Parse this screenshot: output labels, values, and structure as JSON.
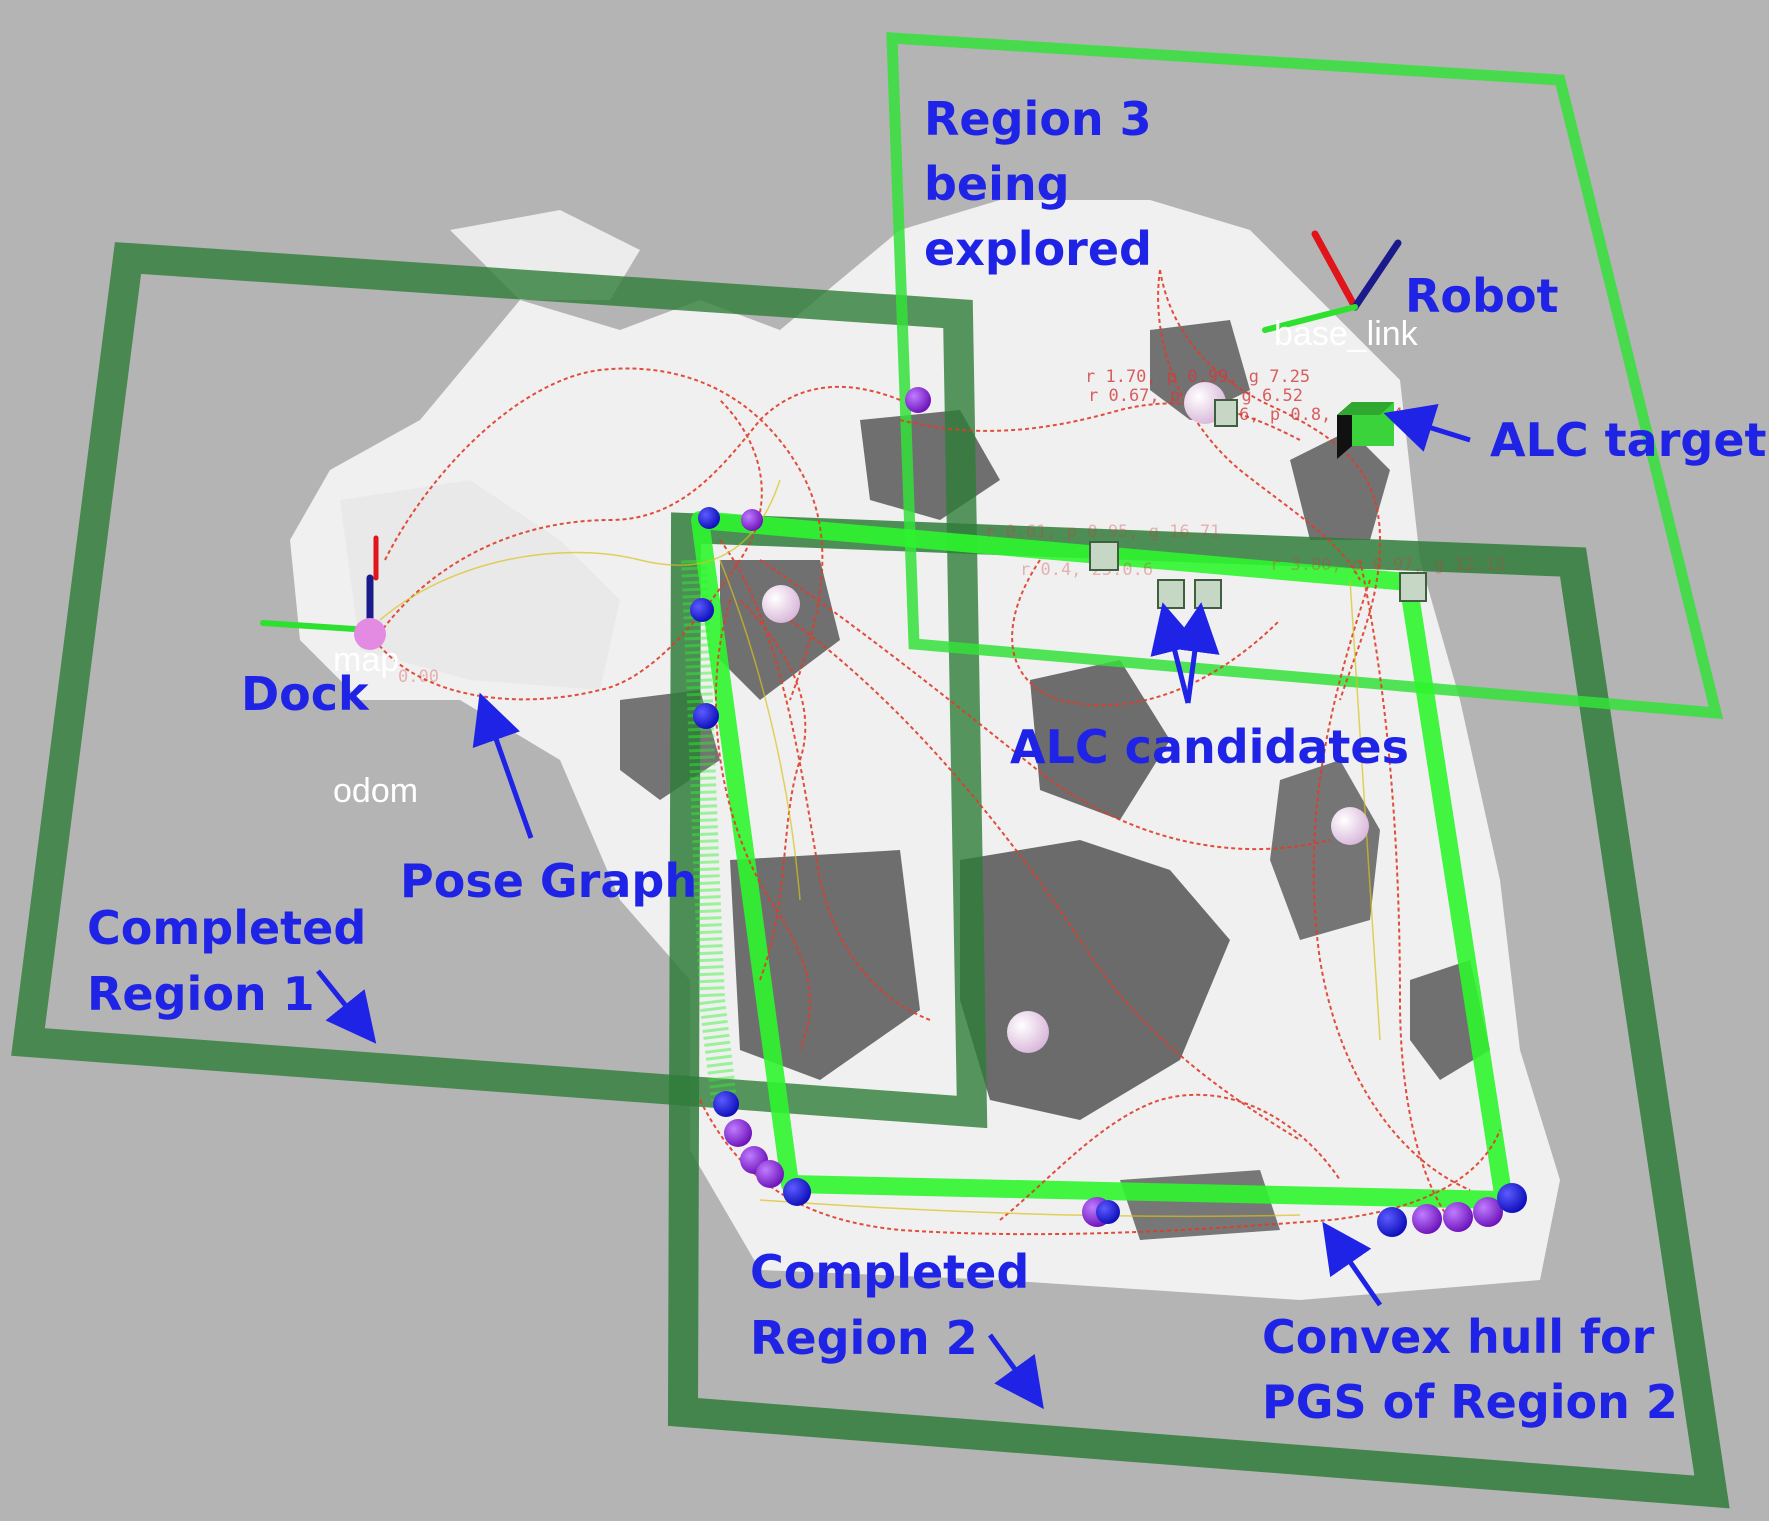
{
  "labels": {
    "region3_line1": "Region 3",
    "region3_line2": "being",
    "region3_line3": "explored",
    "robot": "Robot",
    "alc_target": "ALC target",
    "alc_candidates": "ALC candidates",
    "dock": "Dock",
    "pose_graph": "Pose Graph",
    "region1_line1": "Completed",
    "region1_line2": "Region 1",
    "region2_line1": "Completed",
    "region2_line2": "Region 2",
    "hull_line1": "Convex hull for",
    "hull_line2": "PGS of Region 2"
  },
  "frames": {
    "base_link": "base_link",
    "map": "map",
    "odom": "odom"
  },
  "readouts": {
    "r1": "r 1.70, p 0.99, g 7.25",
    "r2": "r 0.67, p 0.0, g 6.52",
    "r3": "r 4.06, p 0.8, g 8.04",
    "r4": "r 0.61, p 0.95, g 16.71",
    "r5": "r 0.4, 25.0.6",
    "r6": "r 3.80, p 0.97, g 12.12",
    "r7": "0.00"
  },
  "colors": {
    "background": "#b4b4b4",
    "free_space": "#f2f2f2",
    "obstacle": "#6c6c6c",
    "region_completed": "#2f7d3a",
    "region_active": "#32e13a",
    "convex_hull": "#2ef52e",
    "pose_graph": "#e03c28",
    "annotation": "#1f23e6",
    "node_blue": "#1a1ad6",
    "node_purple": "#8a1ee0",
    "node_pink": "#e8c6e8"
  }
}
